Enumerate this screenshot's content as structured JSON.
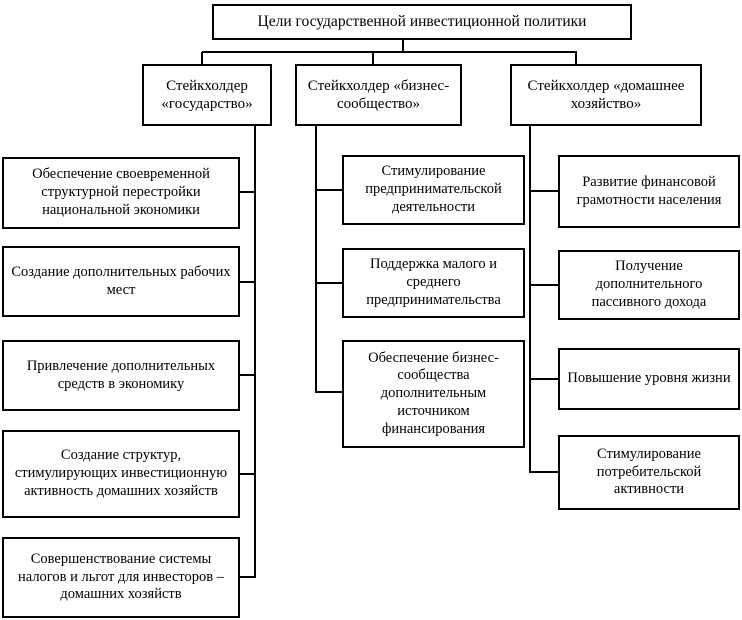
{
  "diagram": {
    "title": "Цели государственной инвестиционной политики",
    "columns": [
      {
        "header": "Стейкхолдер «государство»",
        "items": [
          "Обеспечение своевременной структурной перестройки национальной экономики",
          "Создание дополнительных рабочих мест",
          "Привлечение дополнительных средств в экономику",
          "Создание структур, стимулирующих инвестиционную активность домашних хозяйств",
          "Совершенствование системы налогов и льгот для инвесторов – домашних хозяйств"
        ]
      },
      {
        "header": "Стейкхолдер «бизнес-сообщество»",
        "items": [
          "Стимулирование предпринимательской деятельности",
          "Поддержка малого и среднего предпринимательства",
          "Обеспечение бизнес-сообщества дополнительным источником финансирования"
        ]
      },
      {
        "header": "Стейкхолдер «домашнее хозяйство»",
        "items": [
          "Развитие финансовой грамотности населения",
          "Получение дополнительного пассивного дохода",
          "Повышение уровня жизни",
          "Стимулирование потребительской активности"
        ]
      }
    ]
  },
  "colors": {
    "border": "#000000",
    "background": "#ffffff",
    "text": "#000000"
  }
}
